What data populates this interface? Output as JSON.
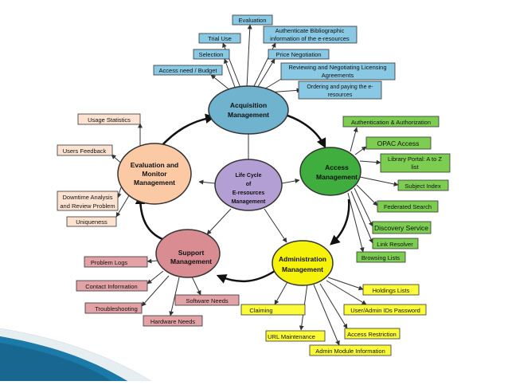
{
  "colors": {
    "acquisition": "#6fb3cf",
    "acquisition_tag": "#8ac9e4",
    "access": "#3fae3f",
    "access_tag": "#7ccd52",
    "administration": "#f7f20a",
    "administration_tag": "#fbfb3a",
    "support": "#d98d93",
    "support_tag": "#e2a2a6",
    "evaluation": "#fbc9a4",
    "evaluation_tag": "#fce3d1",
    "center": "#b39fd3",
    "banner": "#0b5f8a",
    "line": "#333333"
  },
  "center": {
    "line1": "Life Cycle",
    "line2": "of",
    "line3": "E-resources",
    "line4": "Management"
  },
  "hubs": {
    "acquisition": {
      "line1": "Acquisition",
      "line2": "Management"
    },
    "access": {
      "line1": "Access",
      "line2": "Management"
    },
    "administration": {
      "line1": "Administration",
      "line2": "Management"
    },
    "support": {
      "line1": "Support",
      "line2": "Management"
    },
    "evaluation": {
      "line1": "Evaluation and",
      "line2": "Monitor",
      "line3": "Management"
    }
  },
  "acquisition_tags": {
    "evaluation": "Evaluation",
    "trial_use": "Trial Use",
    "authenticate_1": "Authenticate Bibliographic",
    "authenticate_2": "information of the e-resources",
    "selection": "Selection",
    "price": "Price Negotiation",
    "budget": "Access need / Budget",
    "licensing_1": "Reviewing and Negotiating Licensing",
    "licensing_2": "Agreements",
    "ordering_1": "Ordering and paying the e-",
    "ordering_2": "resources"
  },
  "access_tags": {
    "auth": "Authentication & Authorization",
    "opac": "OPAC Access",
    "portal_1": "Library Portal: A to Z",
    "portal_2": "list",
    "subject": "Subject Index",
    "federated": "Federated Search",
    "discovery": "Discovery Service",
    "resolver": "Link Resolver",
    "browsing": "Browsing Lists"
  },
  "administration_tags": {
    "holdings": "Holdings Lists",
    "claiming": "Claiming",
    "passwords": "User/Admin IDs Password",
    "url": "URL Maintenance",
    "restriction": "Access Restriction",
    "module": "Admin Module Information"
  },
  "support_tags": {
    "problem_logs": "Problem Logs",
    "contact": "Contact Information",
    "software": "Software Needs",
    "troubleshooting": "Troubleshooting",
    "hardware": "Hardware Needs"
  },
  "evaluation_tags": {
    "usage": "Usage Statistics",
    "feedback": "Users Feedback",
    "downtime_1": "Downtime Analysis",
    "downtime_2": "and Review Problem",
    "uniqueness": "Uniqueness"
  }
}
